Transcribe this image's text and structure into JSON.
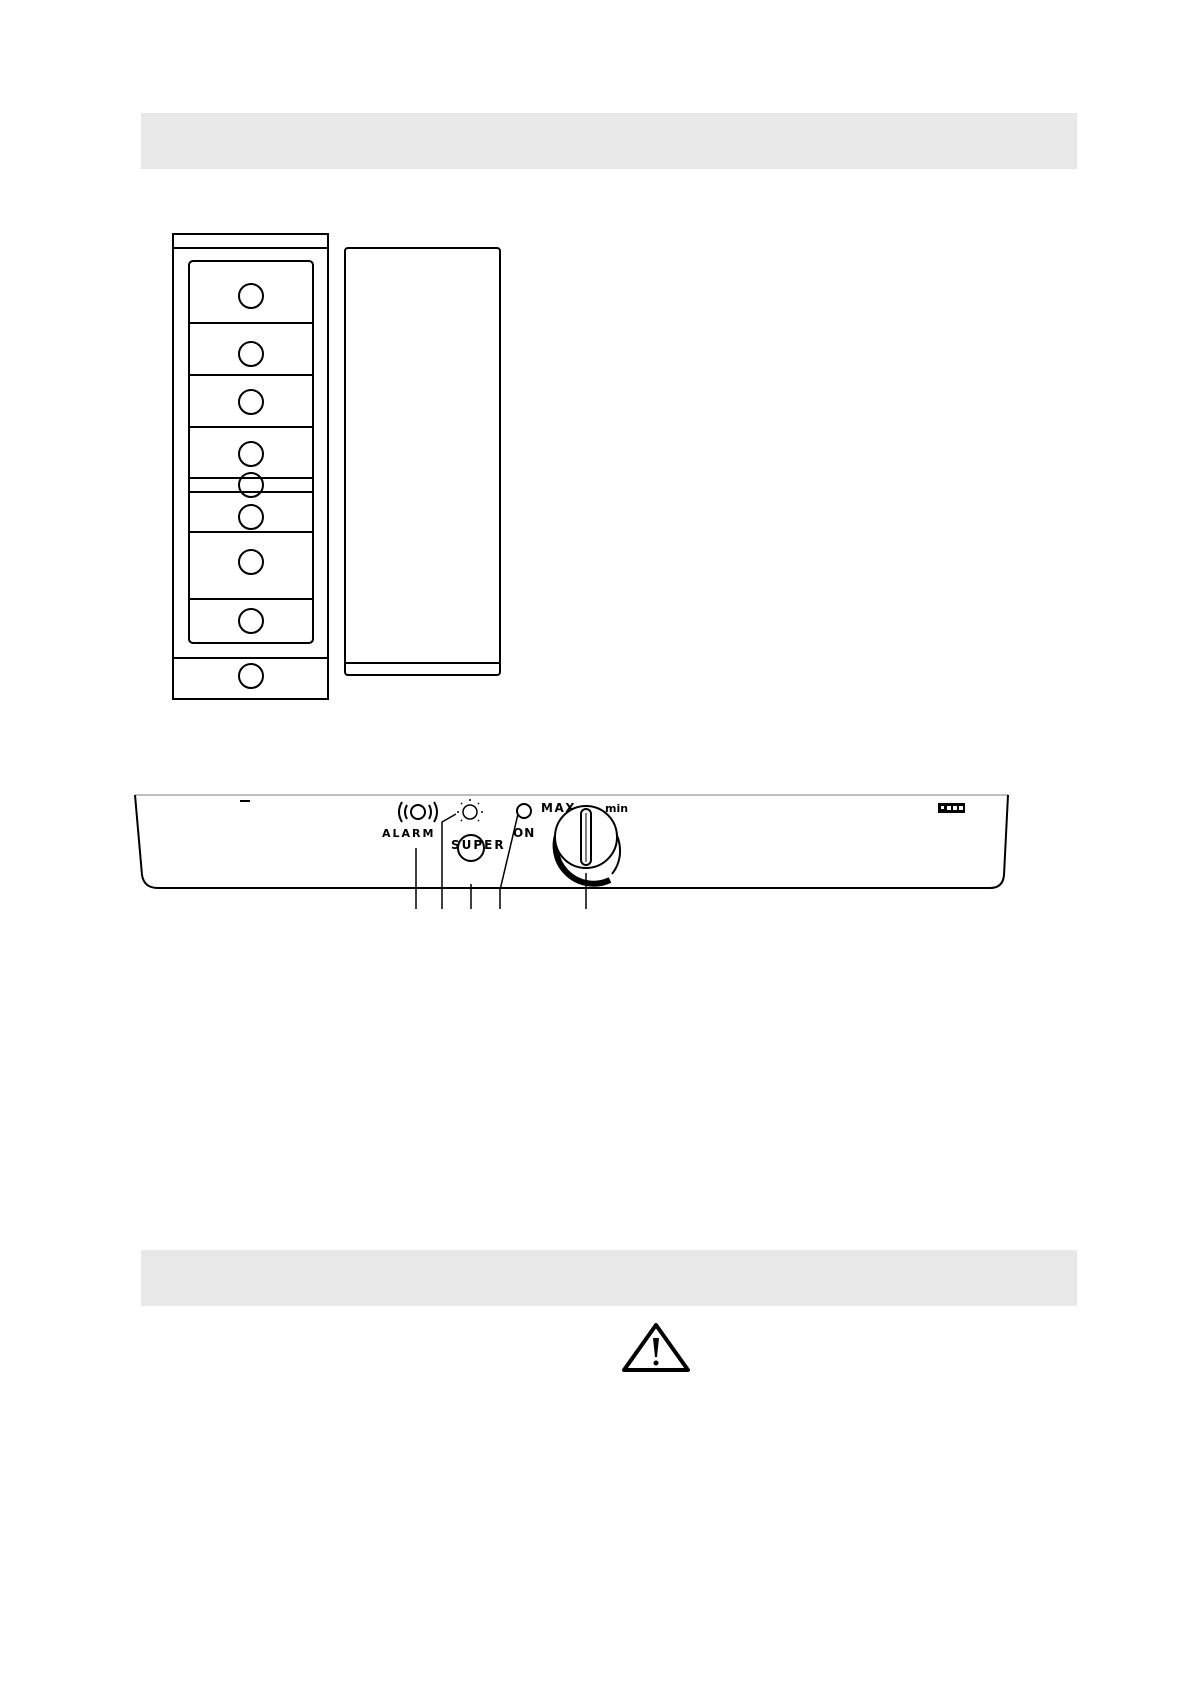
{
  "header_band": {},
  "control_panel": {
    "alarm_label": "ALARM",
    "super_label": "SUPER",
    "on_label": "ON",
    "max_label": "MAX",
    "min_label": "min"
  },
  "section_band": {},
  "icons": {
    "alarm": "alarm-icon",
    "super_light": "super-light-icon",
    "warning": "warning-triangle-icon",
    "logo": "brand-logo-icon"
  }
}
